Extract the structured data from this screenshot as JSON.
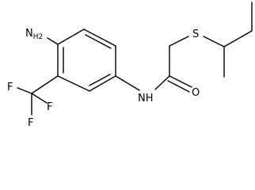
{
  "molecule": {
    "atoms": {
      "amine": {
        "element": "N",
        "hydrogens": "2"
      },
      "amide_nitrogen": {
        "element": "N",
        "hydrogens": "1"
      },
      "carbonyl_oxygen": {
        "element": "O"
      },
      "sulfur": {
        "element": "S"
      },
      "fluorine_1": {
        "element": "F"
      },
      "fluorine_2": {
        "element": "F"
      },
      "fluorine_3": {
        "element": "F"
      }
    }
  }
}
